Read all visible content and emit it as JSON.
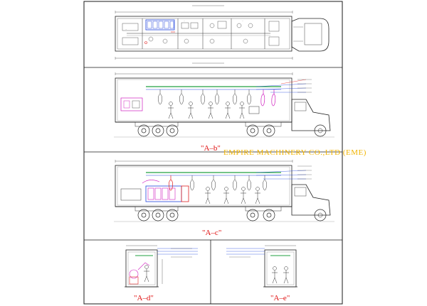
{
  "labels": {
    "view_b": "\"A–b\"",
    "view_c": "\"A–c\"",
    "view_d": "\"A–d\"",
    "view_e": "\"A–e\"",
    "watermark": "EMPIRE MACHINERY CO.,LTD (EME)"
  },
  "colors": {
    "line": "#222222",
    "frame": "#1a1a1a",
    "red_label": "#e01010",
    "watermark": "#f2b400",
    "blue": "#2244dd",
    "green": "#20a040",
    "magenta": "#d020c0",
    "red": "#e02020",
    "cyan": "#20a0d0"
  }
}
